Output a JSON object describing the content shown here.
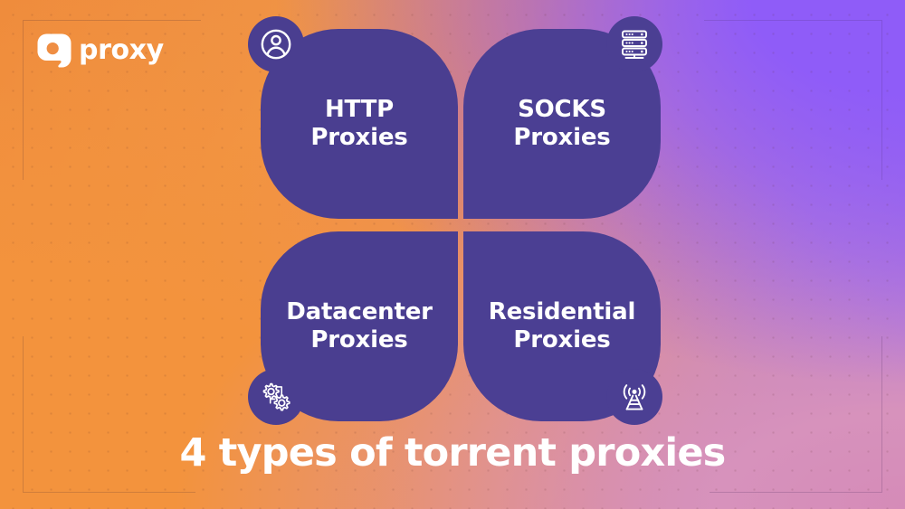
{
  "brand": {
    "logo_icon": "proxy-logo-mark",
    "name": "proxy"
  },
  "headline": "4 types of torrent proxies",
  "colors": {
    "petal": "#4A3E90",
    "petal_alt": "#4B3F93",
    "text": "#FFFFFF",
    "bg_orange": "#F0913F",
    "bg_purple": "#8B5CF6",
    "bg_pink": "#D58BB8"
  },
  "quadrants": [
    {
      "id": "http",
      "label": "HTTP\nProxies",
      "icon": "user-icon",
      "position": "top-left"
    },
    {
      "id": "socks",
      "label": "SOCKS\nProxies",
      "icon": "server-icon",
      "position": "top-right"
    },
    {
      "id": "datacenter",
      "label": "Datacenter\nProxies",
      "icon": "gears-icon",
      "position": "bottom-left"
    },
    {
      "id": "residential",
      "label": "Residential\nProxies",
      "icon": "antenna-icon",
      "position": "bottom-right"
    }
  ]
}
